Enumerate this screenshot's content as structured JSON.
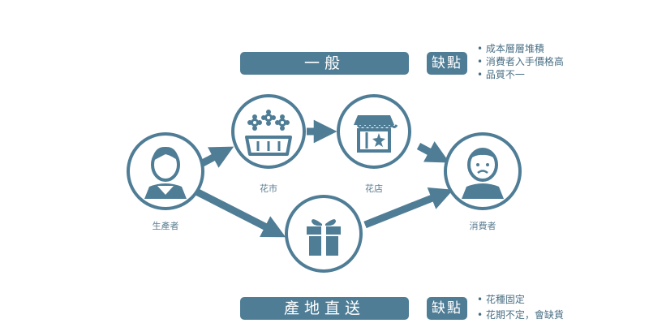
{
  "routes": {
    "top": {
      "title": "一般",
      "drawback_tag": "缺點",
      "drawbacks": [
        "成本層層堆積",
        "消費者入手價格高",
        "品質不一"
      ]
    },
    "bottom": {
      "title": "產地直送",
      "drawback_tag": "缺點",
      "drawbacks": [
        "花種固定",
        "花期不定，會缺貨"
      ]
    }
  },
  "nodes": {
    "producer": "生產者",
    "market": "花市",
    "shop": "花店",
    "consumer": "消費者"
  },
  "colors": {
    "primary": "#4f7d96",
    "text": "#4a6f84"
  },
  "icons": [
    "person-icon",
    "flower-basket-icon",
    "flower-shop-icon",
    "sad-person-icon",
    "gift-box-icon"
  ]
}
